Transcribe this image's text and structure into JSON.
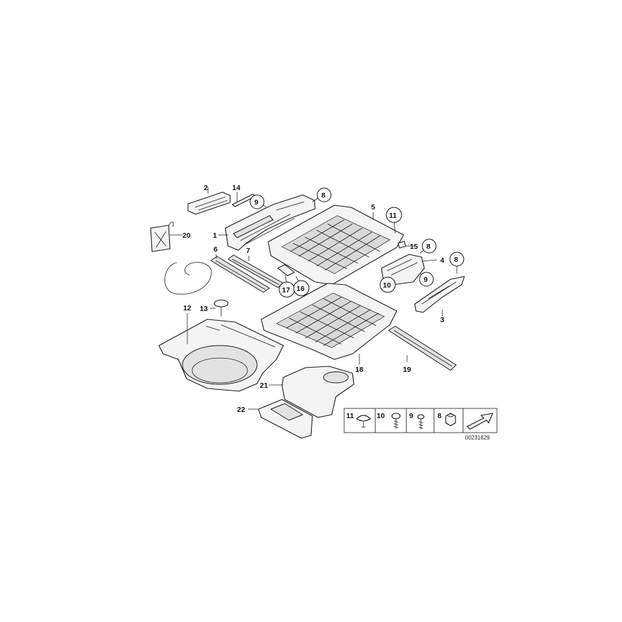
{
  "callouts": {
    "c1": "1",
    "c2": "2",
    "c3": "3",
    "c4": "4",
    "c5": "5",
    "c6": "6",
    "c7": "7",
    "c8a": "8",
    "c8b": "8",
    "c8c": "8",
    "c9a": "9",
    "c9b": "9",
    "c10": "10",
    "c11": "11",
    "c12": "12",
    "c13": "13",
    "c14": "14",
    "c15": "15",
    "c16": "16",
    "c17": "17",
    "c18": "18",
    "c19": "19",
    "c20": "20",
    "c21": "21",
    "c22": "22"
  },
  "legend": {
    "items": [
      "11",
      "10",
      "9",
      "8"
    ]
  },
  "drawing_code": "00231629"
}
